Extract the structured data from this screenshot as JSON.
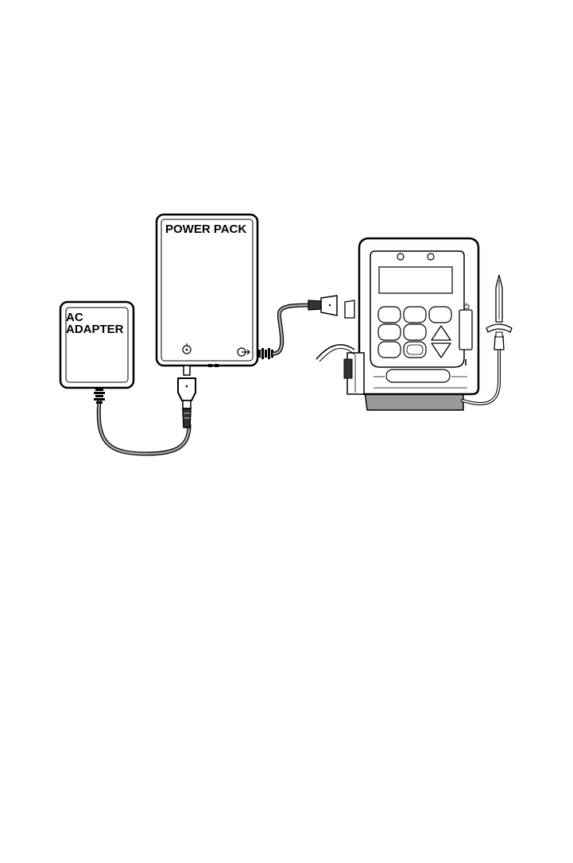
{
  "ac_adapter": {
    "label_line1": "AC",
    "label_line2": "ADAPTER"
  },
  "power_pack": {
    "label": "POWER PACK"
  },
  "colors": {
    "stroke": "#000000",
    "fill": "#ffffff",
    "shade": "#9a9a9a",
    "dark": "#555555"
  }
}
